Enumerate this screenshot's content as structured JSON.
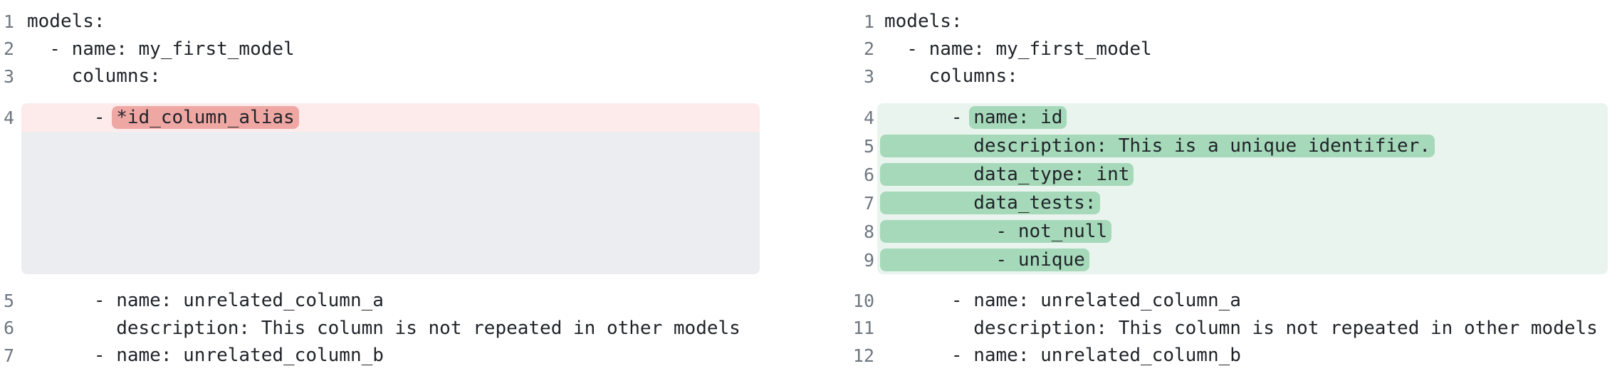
{
  "view": "yaml-side-by-side-diff",
  "colors": {
    "removed_line_bg": "#fcebea",
    "removed_word_bg": "#efa7a4",
    "added_line_bg": "#e9f4ee",
    "added_word_bg": "#a6d9ba",
    "collapsed_block_bg": "#ecedf0",
    "line_number_text": "#6e7781",
    "code_text": "#1f2328",
    "background": "#ffffff"
  },
  "before": {
    "label": "before",
    "lines": [
      {
        "num": "1",
        "type": "context",
        "text": "models:"
      },
      {
        "num": "2",
        "type": "context",
        "text": "  - name: my_first_model"
      },
      {
        "num": "3",
        "type": "context",
        "text": "    columns:"
      },
      {
        "num": "4",
        "type": "removed",
        "prefix": "      - ",
        "highlight": "*id_column_alias"
      },
      {
        "type": "spacer"
      },
      {
        "num": "5",
        "type": "context",
        "text": "      - name: unrelated_column_a"
      },
      {
        "num": "6",
        "type": "context",
        "text": "        description: This column is not repeated in other models"
      },
      {
        "num": "7",
        "type": "context",
        "text": "      - name: unrelated_column_b"
      }
    ]
  },
  "after": {
    "label": "after",
    "lines": [
      {
        "num": "1",
        "type": "context",
        "text": "models:"
      },
      {
        "num": "2",
        "type": "context",
        "text": "  - name: my_first_model"
      },
      {
        "num": "3",
        "type": "context",
        "text": "    columns:"
      },
      {
        "num": "4",
        "type": "added",
        "prefix": "      - ",
        "highlight": "name: id"
      },
      {
        "num": "5",
        "type": "added",
        "prefix": "",
        "highlight": "        description: This is a unique identifier."
      },
      {
        "num": "6",
        "type": "added",
        "prefix": "",
        "highlight": "        data_type: int"
      },
      {
        "num": "7",
        "type": "added",
        "prefix": "",
        "highlight": "        data_tests:"
      },
      {
        "num": "8",
        "type": "added",
        "prefix": "",
        "highlight": "          - not_null"
      },
      {
        "num": "9",
        "type": "added",
        "prefix": "",
        "highlight": "          - unique"
      },
      {
        "num": "10",
        "type": "context",
        "text": "      - name: unrelated_column_a"
      },
      {
        "num": "11",
        "type": "context",
        "text": "        description: This column is not repeated in other models"
      },
      {
        "num": "12",
        "type": "context",
        "text": "      - name: unrelated_column_b"
      }
    ]
  }
}
